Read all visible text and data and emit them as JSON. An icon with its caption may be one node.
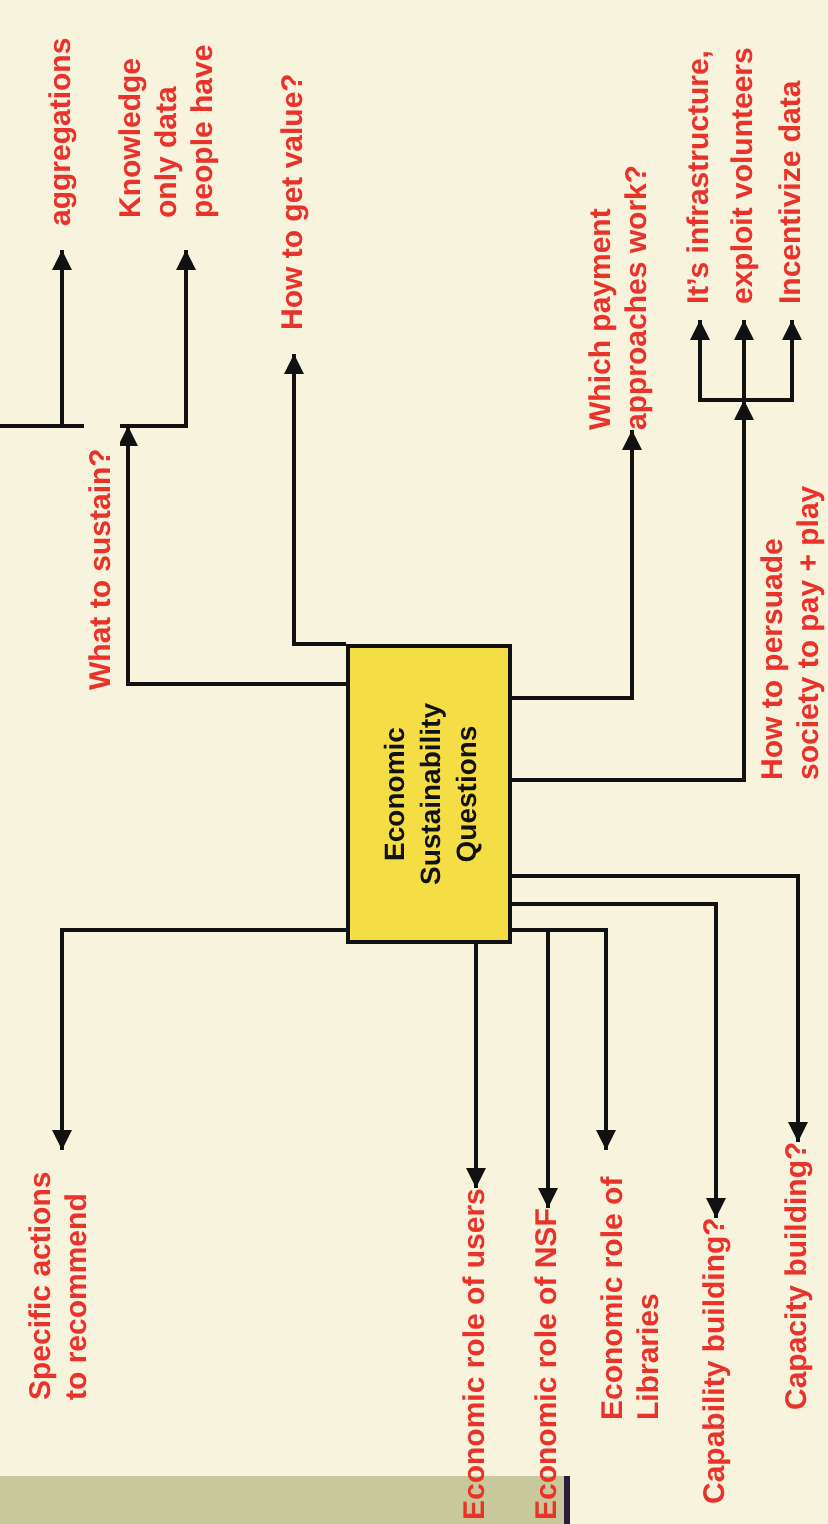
{
  "diagram": {
    "nodes": [
      {
        "text": [
          "Economic Sustainability Questions"
        ]
      },
      {
        "text": [
          "aggregations"
        ]
      },
      {
        "text": [
          "Knowledge only data people have"
        ]
      },
      {
        "text": [
          "How to get value?"
        ]
      },
      {
        "text": [
          "Which payment approaches work?"
        ]
      },
      {
        "text": [
          "It’s infrastructure,"
        ]
      },
      {
        "text": [
          "exploit volunteers"
        ]
      },
      {
        "text": [
          "Incentivize data"
        ]
      },
      {
        "text": [
          "Specific actions to recommend"
        ]
      },
      {
        "text": [
          "Economic role of users"
        ]
      },
      {
        "text": [
          "Economic role of NSF"
        ]
      },
      {
        "text": [
          "Economic role of Libraries"
        ]
      },
      {
        "text": [
          "Capability building?"
        ]
      },
      {
        "text": [
          "Capacity building?"
        ]
      }
    ],
    "edges": [
      {
        "from": 0,
        "to": 1,
        "arrow": "to",
        "label": "What to sustain?"
      },
      {
        "from": 0,
        "to": 2,
        "arrow": "to"
      },
      {
        "from": 0,
        "to": 3,
        "arrow": "to"
      },
      {
        "from": 0,
        "to": 4,
        "arrow": "to"
      },
      {
        "from": 0,
        "to": 5,
        "arrow": "to",
        "label": "How to persuade society to pay + play"
      },
      {
        "from": 0,
        "to": 6,
        "arrow": "to"
      },
      {
        "from": 0,
        "to": 7,
        "arrow": "to"
      },
      {
        "from": 0,
        "to": 8,
        "arrow": "to"
      },
      {
        "from": 0,
        "to": 9,
        "arrow": "to"
      },
      {
        "from": 0,
        "to": 10,
        "arrow": "to"
      },
      {
        "from": 0,
        "to": 11,
        "arrow": "to"
      },
      {
        "from": 0,
        "to": 12,
        "arrow": "to"
      },
      {
        "from": 0,
        "to": 13,
        "arrow": "to"
      }
    ]
  }
}
